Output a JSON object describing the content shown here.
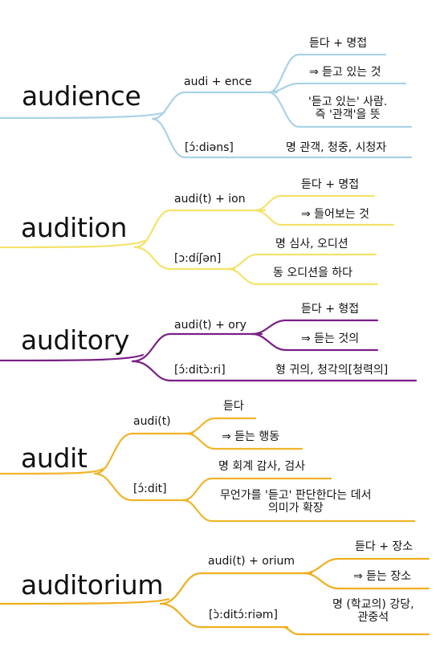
{
  "colors": {
    "blue": "#a9d2e6",
    "yellow": "#f4e36a",
    "purple": "#7a1f86",
    "orange": "#f0b52a",
    "gold": "#f0ae1e"
  },
  "entries": [
    {
      "word": "audience",
      "morph": "audi + ence",
      "meaning1": "듣다 + 명접",
      "meaning2": "⇒ 듣고 있는 것",
      "meaning3": "'듣고 있는' 사람.\n즉 '관객'을 뜻",
      "pron": "[ɔ́:diəns]",
      "def": "명 관객, 청중, 시청자"
    },
    {
      "word": "audition",
      "morph": "audi(t) + ion",
      "meaning1": "듣다 + 명접",
      "meaning2": "⇒ 들어보는 것",
      "pron": "[ɔ:díʃən]",
      "def1": "명 심사, 오디션",
      "def2": "동 오디션을 하다"
    },
    {
      "word": "auditory",
      "morph": "audi(t) + ory",
      "meaning1": "듣다 + 형접",
      "meaning2": "⇒ 듣는 것의",
      "pron": "[ɔ́:ditɔ̀:ri]",
      "def": "형 귀의, 청각의[청력의]"
    },
    {
      "word": "audit",
      "morph": "audi(t)",
      "meaning1": "듣다",
      "meaning2": "⇒ 듣는 행동",
      "pron": "[ɔ́:dit]",
      "def1": "명 회계 감사, 검사",
      "def2": "무언가를 '듣고' 판단한다는 데서\n의미가 확장"
    },
    {
      "word": "auditorium",
      "morph": "audi(t) + orium",
      "meaning1": "듣다 + 장소",
      "meaning2": "⇒ 듣는 장소",
      "pron": "[ɔ̀:ditɔ́:riəm]",
      "def": "명 (학교의) 강당,\n관중석"
    }
  ]
}
